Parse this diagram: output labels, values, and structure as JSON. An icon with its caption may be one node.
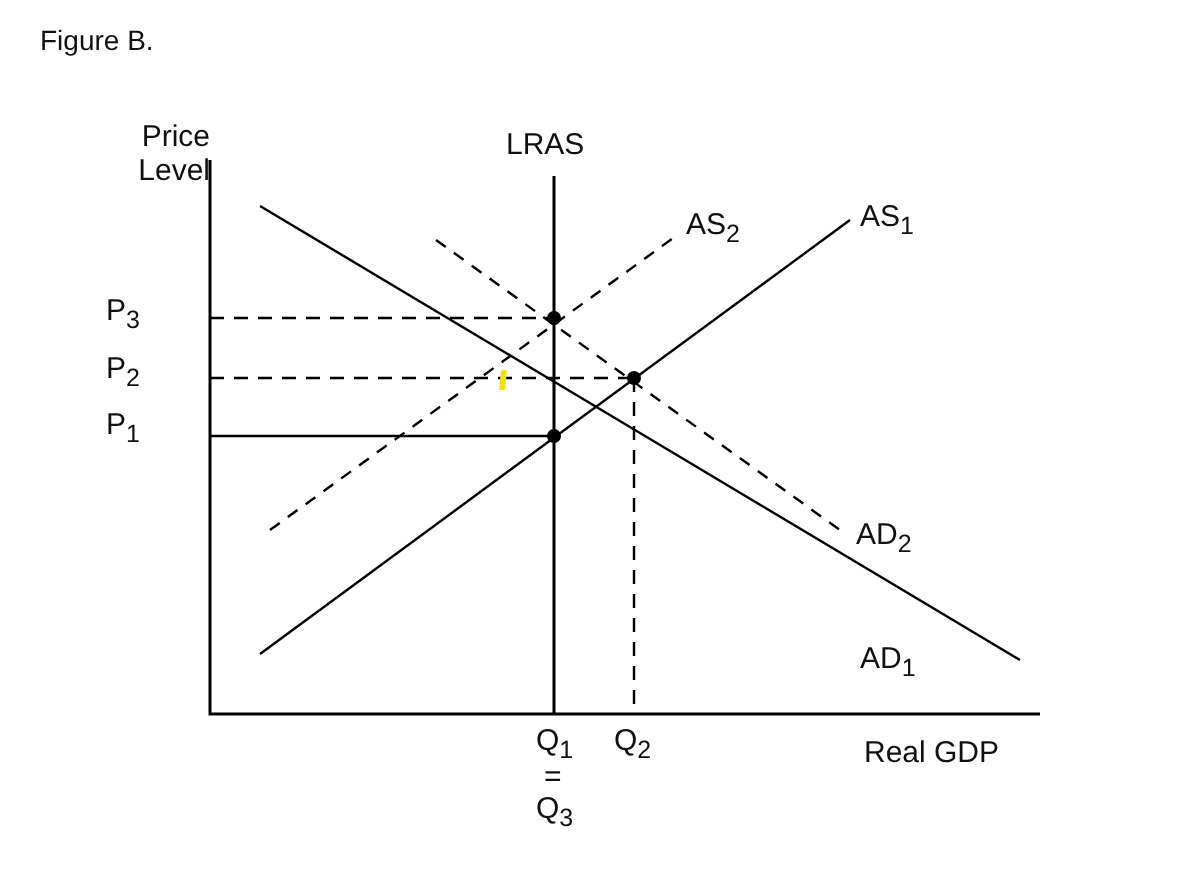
{
  "diagram": {
    "title": "Figure B.",
    "labels": [
      "Price Level",
      "LRAS",
      "AS$_{2}$",
      "AS$_{1}$",
      "P$_{3}$",
      "P$_{2}$",
      "P$_{1}$",
      "AD$_{2}$",
      "AD$_{1}$",
      "Q$_{1}$",
      "=",
      "Q$_{3}$",
      "Q$_{2}$",
      "Real GDP"
    ]
  }
}
